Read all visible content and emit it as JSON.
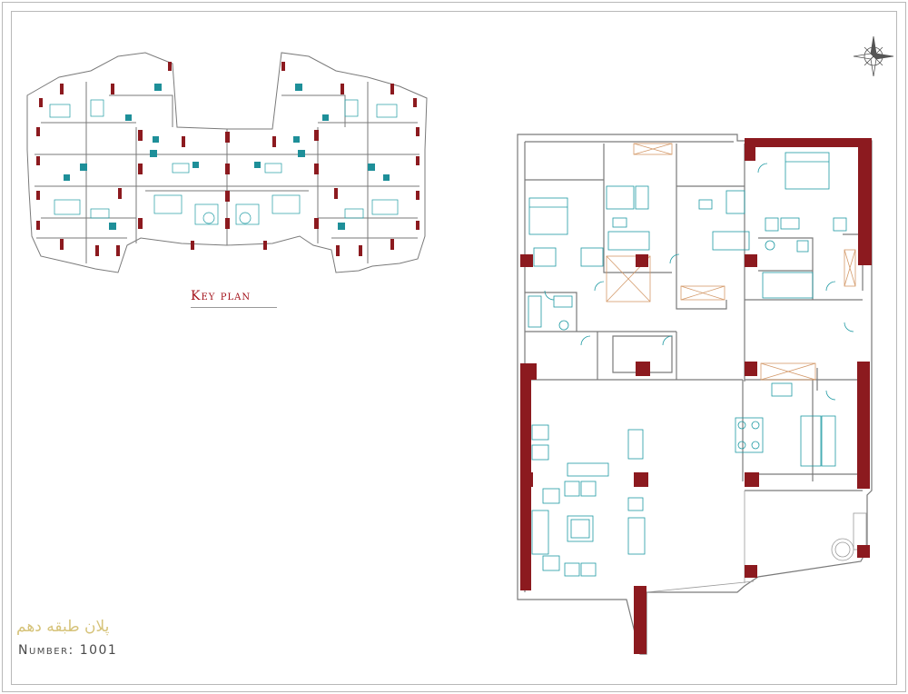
{
  "key_plan": {
    "label": "Key plan"
  },
  "floor_plan": {
    "title": "پلان طبقه دهم"
  },
  "sheet_number": {
    "label": "Number: 1001"
  },
  "colors": {
    "structural_column": "#8c1a1f",
    "wall_line": "#7a7a7a",
    "fixture_line": "#1f9aa3",
    "fixture_fill": "#1e8f99",
    "key_plan_label": "#a3121a",
    "title_gold": "#d6c37a"
  },
  "icons": [
    "north-arrow-icon"
  ]
}
